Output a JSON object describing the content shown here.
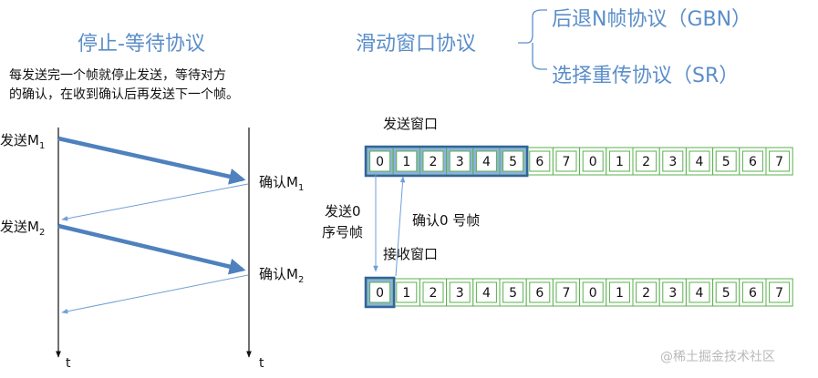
{
  "colors": {
    "title_blue": "#5b8ec9",
    "arrow_blue": "#4f81bd",
    "arrow_thin": "#6f9fd6",
    "window_border": "#31659c",
    "cell_border": "#5ab04e",
    "text": "#111111",
    "watermark": "#b9b9b9"
  },
  "stop_wait": {
    "title": "停止-等待协议",
    "description_line1": "每发送完一个帧就停止发送，等待对方",
    "description_line2": "的确认，在收到确认后再发送下一个帧。",
    "send1": {
      "text": "发送M",
      "sub": "1"
    },
    "ack1": {
      "text": "确认M",
      "sub": "1"
    },
    "send2": {
      "text": "发送M",
      "sub": "2"
    },
    "ack2": {
      "text": "确认M",
      "sub": "2"
    },
    "axis_left": "t",
    "axis_right": "t"
  },
  "sliding": {
    "title": "滑动窗口协议",
    "variant_gbn": "后退N帧协议（GBN）",
    "variant_sr": "选择重传协议（SR）",
    "send_window_label": "发送窗口",
    "recv_window_label": "接收窗口",
    "send0_line1": "发送0",
    "send0_line2": "序号帧",
    "ack0": "确认0 号帧",
    "send_seq": [
      "0",
      "1",
      "2",
      "3",
      "4",
      "5",
      "6",
      "7",
      "0",
      "1",
      "2",
      "3",
      "4",
      "5",
      "6",
      "7"
    ],
    "recv_seq": [
      "0",
      "1",
      "2",
      "3",
      "4",
      "5",
      "6",
      "7",
      "0",
      "1",
      "2",
      "3",
      "4",
      "5",
      "6",
      "7"
    ],
    "send_window_size": 6,
    "recv_window_size": 1
  },
  "watermark": "@稀土掘金技术社区"
}
